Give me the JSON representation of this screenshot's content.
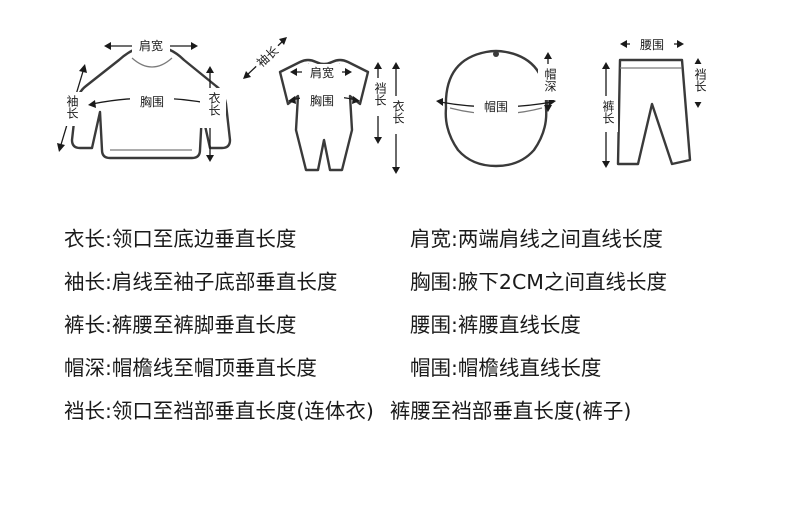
{
  "figures": {
    "hoodie": {
      "shoulder": "肩宽",
      "sleeve": "袖长",
      "chest": "胸围",
      "length": "衣长"
    },
    "romper": {
      "sleeve": "袖长",
      "shoulder": "肩宽",
      "chest": "胸围",
      "crotch": "裆长",
      "length": "衣长"
    },
    "cap": {
      "circumference": "帽围",
      "depth": "帽深"
    },
    "pants": {
      "waist": "腰围",
      "length": "裤长",
      "crotch": "裆长"
    }
  },
  "definitions": [
    {
      "term": "衣长",
      "desc": "领口至底边垂直长度"
    },
    {
      "term": "肩宽",
      "desc": "两端肩线之间直线长度"
    },
    {
      "term": "袖长",
      "desc": "肩线至袖子底部垂直长度"
    },
    {
      "term": "胸围",
      "desc": "腋下2CM之间直线长度"
    },
    {
      "term": "裤长",
      "desc": "裤腰至裤脚垂直长度"
    },
    {
      "term": "腰围",
      "desc": "裤腰直线长度"
    },
    {
      "term": "帽深",
      "desc": "帽檐线至帽顶垂直长度"
    },
    {
      "term": "帽围",
      "desc": "帽檐线直线长度"
    },
    {
      "term": "裆长",
      "desc": "领口至裆部垂直长度(连体衣)",
      "extra": "裤腰至裆部垂直长度(裤子)"
    }
  ],
  "separator": ":"
}
